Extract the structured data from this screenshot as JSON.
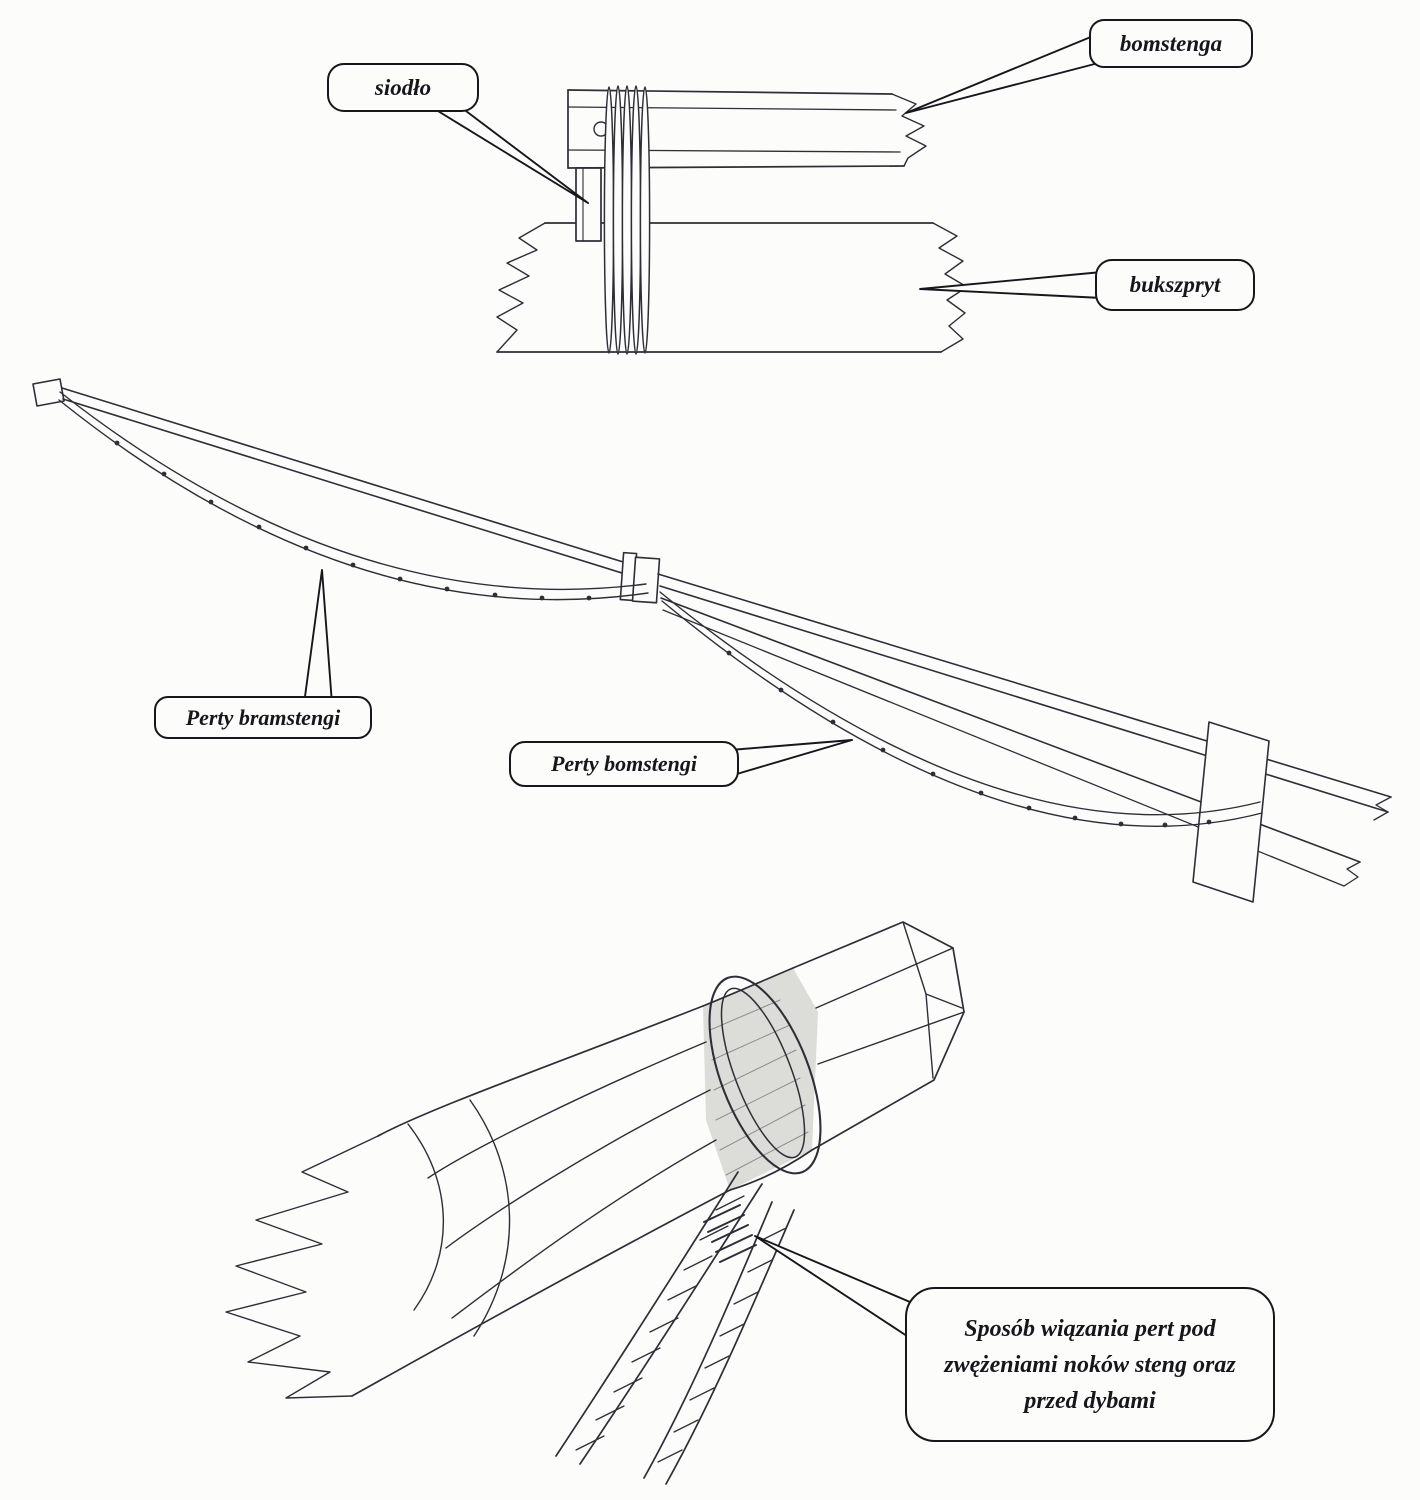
{
  "labels": {
    "siodlo": "siodło",
    "bomstenga": "bomstenga",
    "bukszpryt": "bukszpryt",
    "perty_bramstengi": "Perty bramstengi",
    "perty_bomstengi": "Perty bomstengi"
  },
  "caption": {
    "lines": [
      "Sposób wiązania pert pod",
      "zwężeniami noków steng oraz",
      "przed dybami"
    ]
  },
  "style": {
    "ink_color": "#2e2e38",
    "paper_color": "#fcfcfa"
  }
}
